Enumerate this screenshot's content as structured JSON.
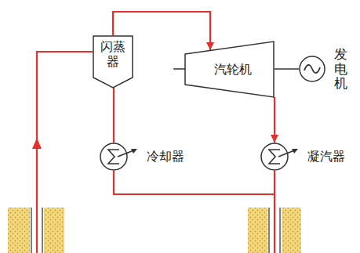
{
  "diagram": {
    "nodes": [
      {
        "text": [
          "闪蒸器"
        ]
      },
      {
        "text": [
          "汽轮机"
        ]
      },
      {
        "text": [
          "发电机"
        ]
      },
      {
        "text": [
          "冷却器"
        ]
      },
      {
        "text": [
          "凝汽器"
        ]
      }
    ],
    "edges": [
      {
        "from": 0,
        "to": 1,
        "arrow": "to"
      },
      {
        "from": 0,
        "to": 3,
        "arrow": "none"
      },
      {
        "from": 1,
        "to": 4,
        "arrow": "to"
      },
      {
        "from": 1,
        "to": 2,
        "arrow": "none"
      }
    ]
  }
}
